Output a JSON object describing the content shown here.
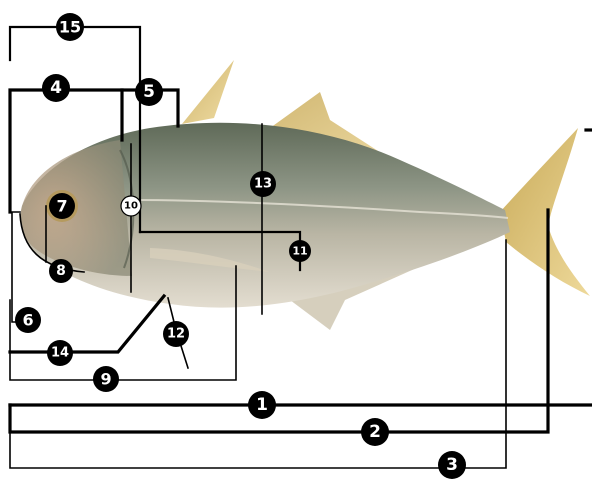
{
  "labels": {
    "m1": "1",
    "m2": "2",
    "m3": "3",
    "m4": "4",
    "m5": "5",
    "m6": "6",
    "m7": "7",
    "m8": "8",
    "m9": "9",
    "m10": "10",
    "m11": "11",
    "m12": "12",
    "m13": "13",
    "m14": "14",
    "m15": "15"
  },
  "colors": {
    "background": "#ffffff",
    "line": "#000000",
    "badge": "#000000",
    "badge_text": "#ffffff",
    "fish_back": "#6f7a66",
    "fish_belly": "#d9d2c4",
    "fin": "#d8c27a"
  }
}
